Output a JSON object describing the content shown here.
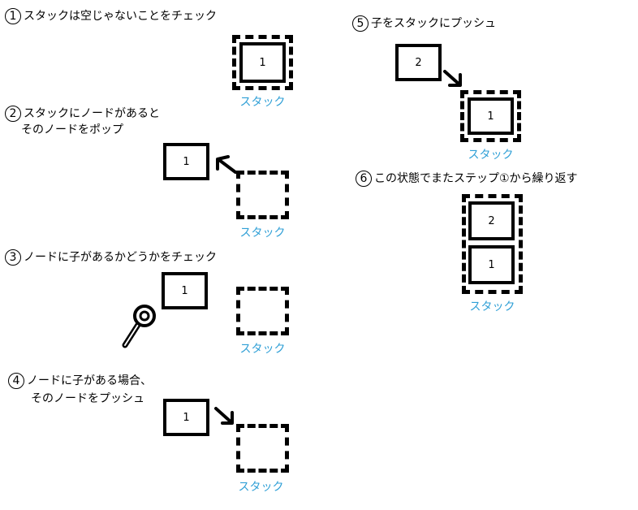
{
  "steps": [
    {
      "num": "1",
      "text": "スタックは空じゃないことをチェック"
    },
    {
      "num": "2",
      "text": "スタックにノードがあると",
      "text2": "そのノードをポップ"
    },
    {
      "num": "3",
      "text": "ノードに子があるかどうかをチェック"
    },
    {
      "num": "4",
      "text": "ノードに子がある場合、",
      "text2": "そのノードをプッシュ"
    },
    {
      "num": "5",
      "text": "子をスタックにプッシュ"
    },
    {
      "num": "6",
      "text": "この状態でまたステップ①から繰り返す"
    }
  ],
  "stack_label": "スタック",
  "nodes": {
    "one": "1",
    "two": "2"
  },
  "colors": {
    "label": "#2f9fd6"
  }
}
